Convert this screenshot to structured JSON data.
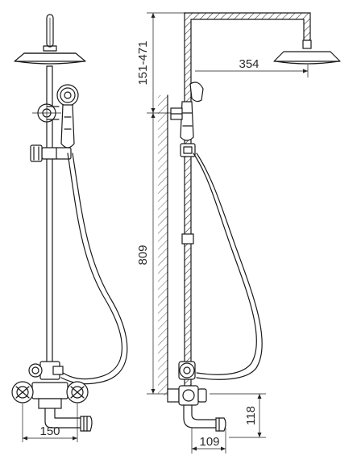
{
  "dimensions": {
    "shower_height_range": "151-471",
    "arm_reach": "354",
    "riser_height": "809",
    "mixer_width": "150",
    "spout_reach": "109",
    "spout_height": "118"
  }
}
